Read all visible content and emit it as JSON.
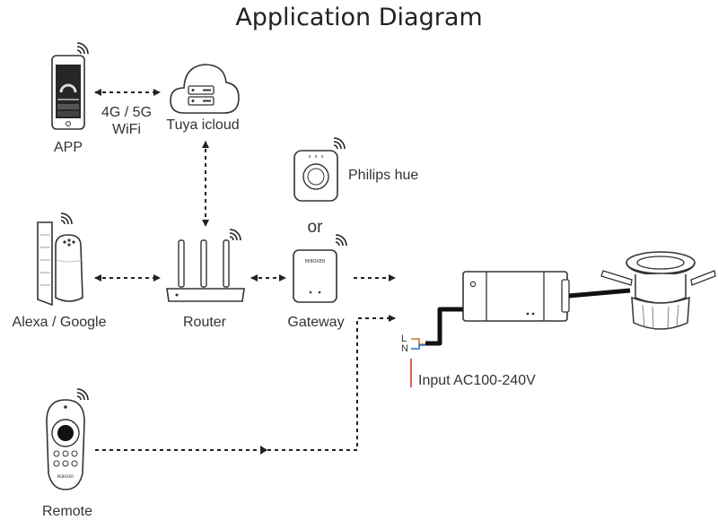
{
  "title": "Application Diagram",
  "nodes": {
    "app": "APP",
    "cloud": "Tuya icloud",
    "alexa": "Alexa / Google",
    "router": "Router",
    "gateway": "Gateway",
    "hue": "Philips hue",
    "remote": "Remote"
  },
  "labels": {
    "network_line1": "4G / 5G",
    "network_line2": "WiFi",
    "or": "or",
    "input": "Input AC100-240V",
    "wire_l": "L",
    "wire_n": "N",
    "gateway_brand": "MiBOXER",
    "remote_brand": "MiBOXER"
  },
  "colors": {
    "line": "#222222",
    "wire_l": "#c8752a",
    "wire_n": "#2a6fc8",
    "input_marker": "#d0342c"
  }
}
